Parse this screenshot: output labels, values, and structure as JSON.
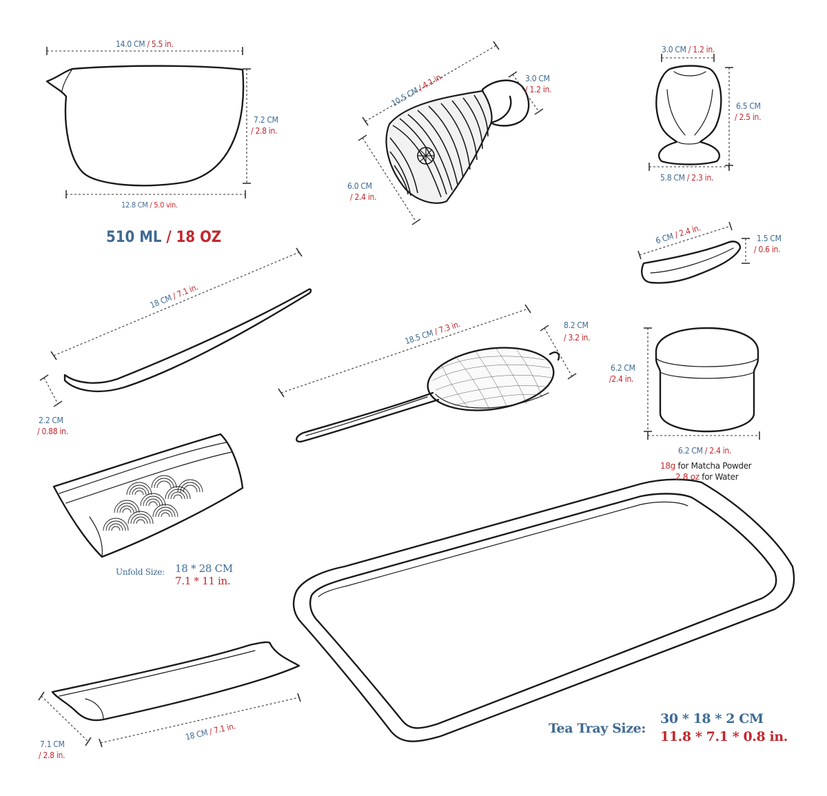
{
  "bowl": {
    "width_top": {
      "cm": "14.0 CM",
      "in": "5.5 in."
    },
    "height": {
      "cm": "7.2 CM",
      "in": "2.8 in."
    },
    "width_bottom": {
      "cm": "12.8 CM",
      "in": "5.0 vin."
    },
    "capacity": {
      "ml": "510 ML",
      "sep": " / ",
      "oz": "18 OZ"
    }
  },
  "whisk": {
    "length": {
      "cm": "10.5 CM",
      "in": "4.1 in."
    },
    "handle": {
      "cm": "3.0 CM",
      "in": "1.2 in."
    },
    "width": {
      "cm": "6.0 CM",
      "in": "2.4 in."
    }
  },
  "holder": {
    "top": {
      "cm": "3.0 CM",
      "in": "1.2 in."
    },
    "height": {
      "cm": "6.5 CM",
      "in": "2.5 in."
    },
    "base": {
      "cm": "5.8 CM",
      "in": "2.3 in."
    }
  },
  "spoon_rest": {
    "length": {
      "cm": "6 CM",
      "in": "2.4 in."
    },
    "height": {
      "cm": "1.5 CM",
      "in": "0.6 in."
    }
  },
  "scoop": {
    "length": {
      "cm": "18 CM",
      "in": "7.1 in."
    },
    "width": {
      "cm": "2.2 CM",
      "in": "0.88 in."
    }
  },
  "sifter": {
    "length": {
      "cm": "18.5 CM",
      "in": "7.3 in."
    },
    "diameter": {
      "cm": "8.2 CM",
      "in": "3.2 in."
    }
  },
  "canister": {
    "height": {
      "cm": "6.2 CM",
      "in": "2.4 in."
    },
    "width": {
      "cm": "6.2 CM",
      "in": "2.4 in."
    },
    "note1": {
      "amount": "18g",
      "text": " for Matcha Powder"
    },
    "note2": {
      "amount": "2.8 oz",
      "text": " for Water"
    }
  },
  "cloth": {
    "label": "Unfold Size:",
    "cm": "18 * 28 CM",
    "in": "7.1 * 11 in."
  },
  "stand": {
    "length": {
      "cm": "18 CM",
      "in": "7.1 in."
    },
    "width": {
      "cm": "7.1 CM",
      "in": "2.8 in."
    }
  },
  "tray": {
    "label": "Tea Tray Size:",
    "cm": "30 * 18 * 2 CM",
    "in": "11.8 * 7.1 * 0.8 in."
  },
  "colors": {
    "blue": "#3e6a93",
    "red": "#c2272d",
    "ink": "#1a1a1a"
  }
}
